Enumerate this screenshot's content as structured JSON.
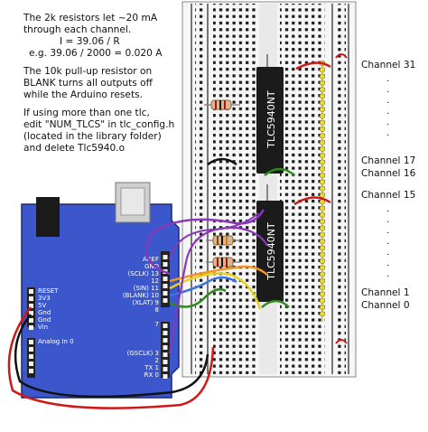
{
  "notes": {
    "para1_line1": "The 2k resistors let ~20 mA",
    "para1_line2": "through each channel.",
    "para1_line3": "I = 39.06 / R",
    "para1_line4": "e.g. 39.06 / 2000 = 0.020 A",
    "para2_line1": "The 10k pull-up resistor on",
    "para2_line2": "BLANK turns all outputs off",
    "para2_line3": "while the Arduino resets.",
    "para3_line1": "If using more than one tlc,",
    "para3_line2": "edit \"NUM_TLCS\" in tlc_config.h",
    "para3_line3": "(located in the library folder)",
    "para3_line4": "and delete Tlc5940.o"
  },
  "chips": {
    "top": "TLC5940NT",
    "bottom": "TLC5940NT"
  },
  "channels": {
    "ch31": "Channel 31",
    "ch17": "Channel 17",
    "ch16": "Channel 16",
    "ch15": "Channel 15",
    "ch1": "Channel  1",
    "ch0": "Channel  0",
    "dot": "."
  },
  "arduino_pins_right": {
    "aref": "AREF",
    "gnd": "GND",
    "sclk": "(SCLK) 13",
    "p12": "12",
    "sin": "(SIN) 11",
    "blank": "(BLANK) 10",
    "xlat": "(XLAT)  9",
    "p8": "8",
    "p7": "7",
    "gsclk": "(GSCLK)  3",
    "p2": "2",
    "tx": "TX 1",
    "rx": "RX 0"
  },
  "arduino_pins_left": {
    "reset": "RESET",
    "v33": "3V3",
    "v5": "5V",
    "gnd1": "Gnd",
    "gnd2": "Gnd",
    "vin": "Vin",
    "analog": "Analog In 0"
  },
  "colors": {
    "board_blue": "#3c57cc",
    "wire_purple": "#8a37b8",
    "wire_orange": "#f0961e",
    "wire_yellow": "#e6cf1f",
    "wire_blue": "#3f72e0",
    "wire_green": "#2e8a1e",
    "wire_red": "#d01818",
    "wire_black": "#111111",
    "led_yellow": "#e9d93a"
  }
}
